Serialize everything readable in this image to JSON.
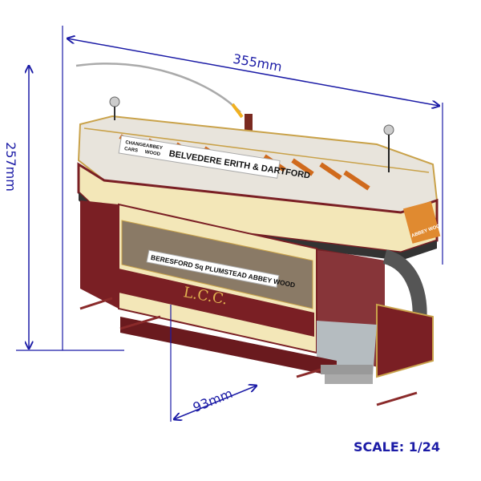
{
  "dimensions": {
    "length": "355mm",
    "height": "257mm",
    "width": "93mm"
  },
  "scale_label": "SCALE: 1/24",
  "tram_signs": {
    "top_small_1": "CHANGE",
    "top_small_2": "CARS",
    "top_small_3": "ABBEY",
    "top_small_4": "WOOD",
    "top_main": "BELVEDERE ERITH & DARTFORD",
    "side": "BERESFORD Sq PLUMSTEAD ABBEY WOOD",
    "livery": "L.C.C.",
    "destination": "ABBEY WOOD"
  },
  "colors": {
    "dimension_blue": "#1b1ba6",
    "tram_maroon": "#7a1f24",
    "tram_cream": "#f3e7b8"
  }
}
